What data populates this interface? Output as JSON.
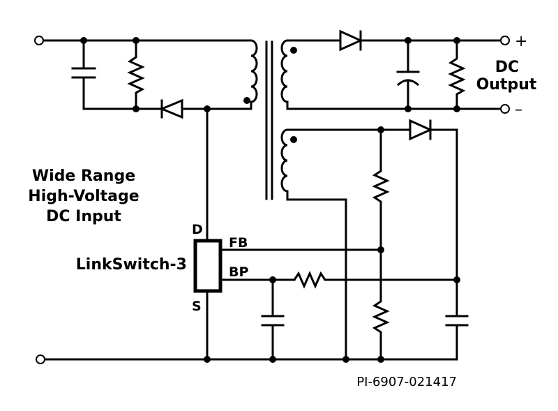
{
  "input_label": [
    "Wide Range",
    "High-Voltage",
    "DC Input"
  ],
  "ic_name": "LinkSwitch-3",
  "pins": {
    "d": "D",
    "s": "S",
    "fb": "FB",
    "bp": "BP"
  },
  "output_label": [
    "DC",
    "Output"
  ],
  "polarity": {
    "plus": "+",
    "minus": "–"
  },
  "drawing_code": "PI-6907-021417"
}
